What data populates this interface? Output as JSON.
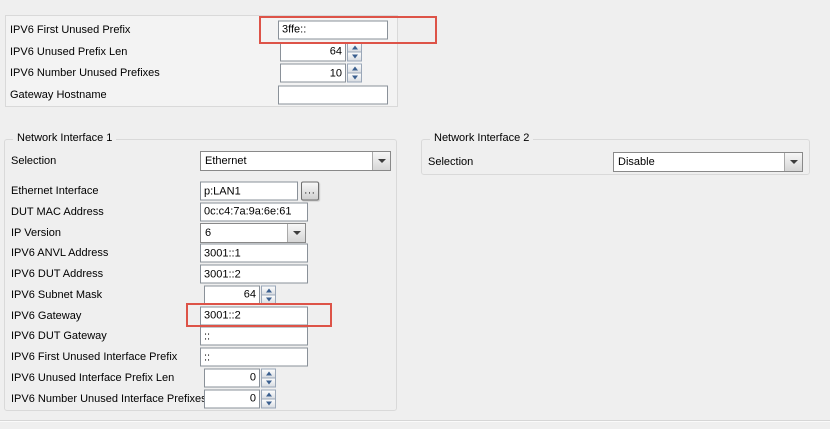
{
  "colors": {
    "background": "#efefef",
    "panel_background": "#f3f3f3",
    "highlight_red": "#dd5348",
    "field_border": "#8a9199",
    "spin_arrow_blue": "#3a5f8f"
  },
  "top_form": {
    "rows": [
      {
        "label": "IPV6 First Unused Prefix",
        "type": "text",
        "value": "3ffe::",
        "highlighted": true
      },
      {
        "label": "IPV6 Unused Prefix Len",
        "type": "spin",
        "value": "64"
      },
      {
        "label": "IPV6 Number Unused Prefixes",
        "type": "spin",
        "value": "10"
      },
      {
        "label": "Gateway Hostname",
        "type": "text",
        "value": ""
      }
    ]
  },
  "interface1": {
    "title": "Network Interface 1",
    "rows": [
      {
        "label": "Selection",
        "type": "combo",
        "value": "Ethernet"
      },
      {
        "label": "Ethernet Interface",
        "type": "text-browse",
        "value": "p:LAN1",
        "browse_label": "..."
      },
      {
        "label": "DUT MAC Address",
        "type": "text",
        "value": "0c:c4:7a:9a:6e:61"
      },
      {
        "label": "IP Version",
        "type": "combo",
        "value": "6"
      },
      {
        "label": "IPV6 ANVL Address",
        "type": "text",
        "value": "3001::1"
      },
      {
        "label": "IPV6 DUT Address",
        "type": "text",
        "value": "3001::2"
      },
      {
        "label": "IPV6 Subnet Mask",
        "type": "spin",
        "value": "64"
      },
      {
        "label": "IPV6 Gateway",
        "type": "text",
        "value": "3001::2",
        "highlighted": true
      },
      {
        "label": "IPV6 DUT Gateway",
        "type": "text",
        "value": "::"
      },
      {
        "label": "IPV6 First Unused Interface Prefix",
        "type": "text",
        "value": "::"
      },
      {
        "label": "IPV6 Unused Interface Prefix Len",
        "type": "spin",
        "value": "0"
      },
      {
        "label": "IPV6 Number Unused Interface Prefixes",
        "type": "spin",
        "value": "0"
      }
    ]
  },
  "interface2": {
    "title": "Network Interface 2",
    "rows": [
      {
        "label": "Selection",
        "type": "combo",
        "value": "Disable"
      }
    ]
  }
}
